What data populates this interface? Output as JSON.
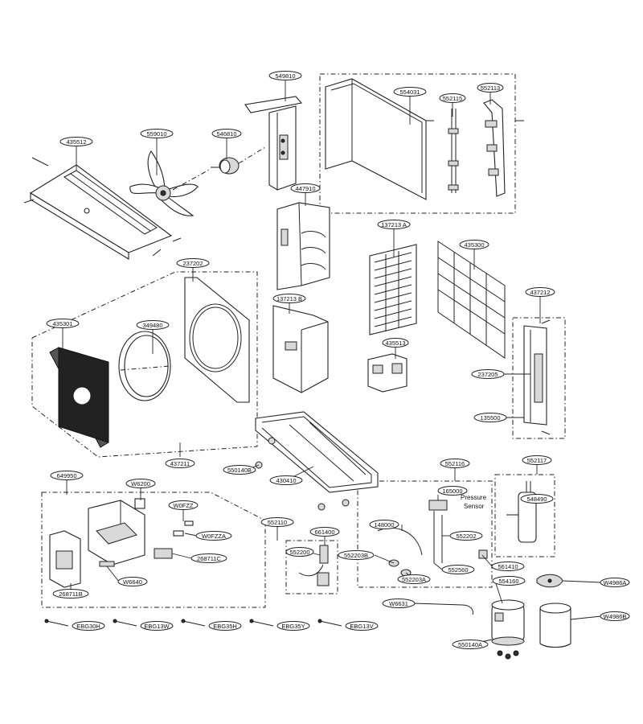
{
  "labels": {
    "l01": "549810",
    "l02": "554031",
    "l03": "552115",
    "l04": "552113",
    "l05": "435512",
    "l06": "559010",
    "l07": "546810",
    "l08": "447910",
    "l09": "137213 A",
    "l10": "435300",
    "l11": "237202",
    "l12": "137213 B",
    "l13": "437212",
    "l14": "435301",
    "l15": "349480",
    "l16": "435513",
    "l17": "237205",
    "l18": "135500",
    "l19": "437211",
    "l20": "550140B",
    "l21": "430410",
    "l22": "649950",
    "l23": "W6200",
    "l24": "W0FZZ",
    "l25": "W0FZZA",
    "l26": "268711C",
    "l27": "W6640",
    "l28": "268711B",
    "l29": "552116",
    "l30": "552117",
    "l31": "165000",
    "l32": "548490",
    "l33": "148000",
    "l34": "552202",
    "l35": "552110",
    "l36": "661400",
    "l37": "552200",
    "l38": "552203B",
    "l39": "552560",
    "l40": "552203A",
    "l41": "561410",
    "l42": "554160",
    "l43": "W4986A",
    "l44": "W6631",
    "l45": "W4986B",
    "l46": "550140A",
    "l47": "EBG30H",
    "l48": "EBG13W",
    "l49": "EBG35H",
    "l50": "EBG35Y",
    "l51": "EBG13V"
  },
  "notes": {
    "pressure_sensor_line1": "Pressure",
    "pressure_sensor_line2": "Sensor"
  }
}
